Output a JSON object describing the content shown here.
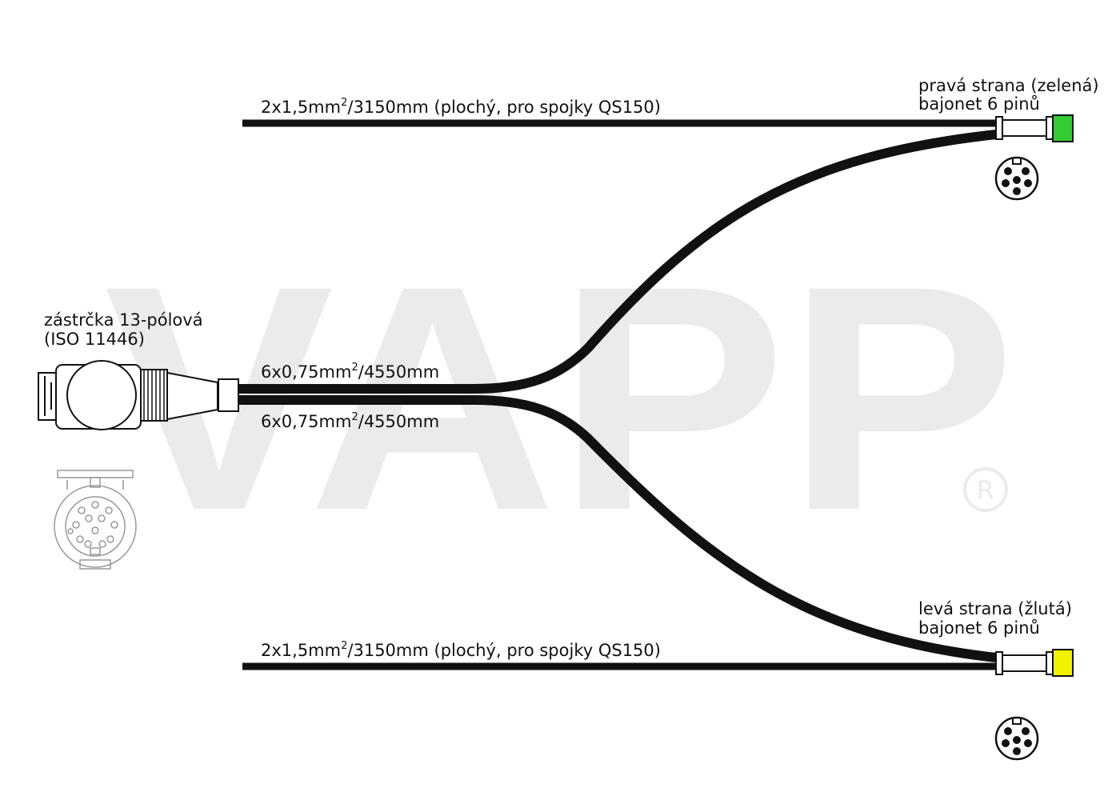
{
  "watermark": {
    "text": "VAPP",
    "registered": "®"
  },
  "labels": {
    "top_wire": {
      "pre": "2x1,5mm",
      "sup": "2",
      "post": "/3150mm (plochý, pro spojky QS150)"
    },
    "bottom_wire": {
      "pre": "2x1,5mm",
      "sup": "2",
      "post": "/3150mm (plochý, pro spojky QS150)"
    },
    "main_upper": {
      "pre": "6x0,75mm",
      "sup": "2",
      "post": "/4550mm"
    },
    "main_lower": {
      "pre": "6x0,75mm",
      "sup": "2",
      "post": "/4550mm"
    },
    "plug_line1": "zástrčka 13-pólová",
    "plug_line2": "(ISO 11446)",
    "right_line1": "pravá  strana (zelená)",
    "right_line2": "bajonet 6 pinů",
    "left_line1": "levá  strana (žlutá)",
    "left_line2": "bajonet 6 pinů"
  },
  "colors": {
    "cable": "#111111",
    "right_connector": "#33cc33",
    "left_connector": "#f2f200",
    "watermark": "#ebebeb"
  },
  "icons": {
    "plug": "13-pin-plug-icon",
    "plug_face": "13-pin-socket-face-icon",
    "right_pins": "6-pin-bayonet-face-icon",
    "left_pins": "6-pin-bayonet-face-icon"
  }
}
